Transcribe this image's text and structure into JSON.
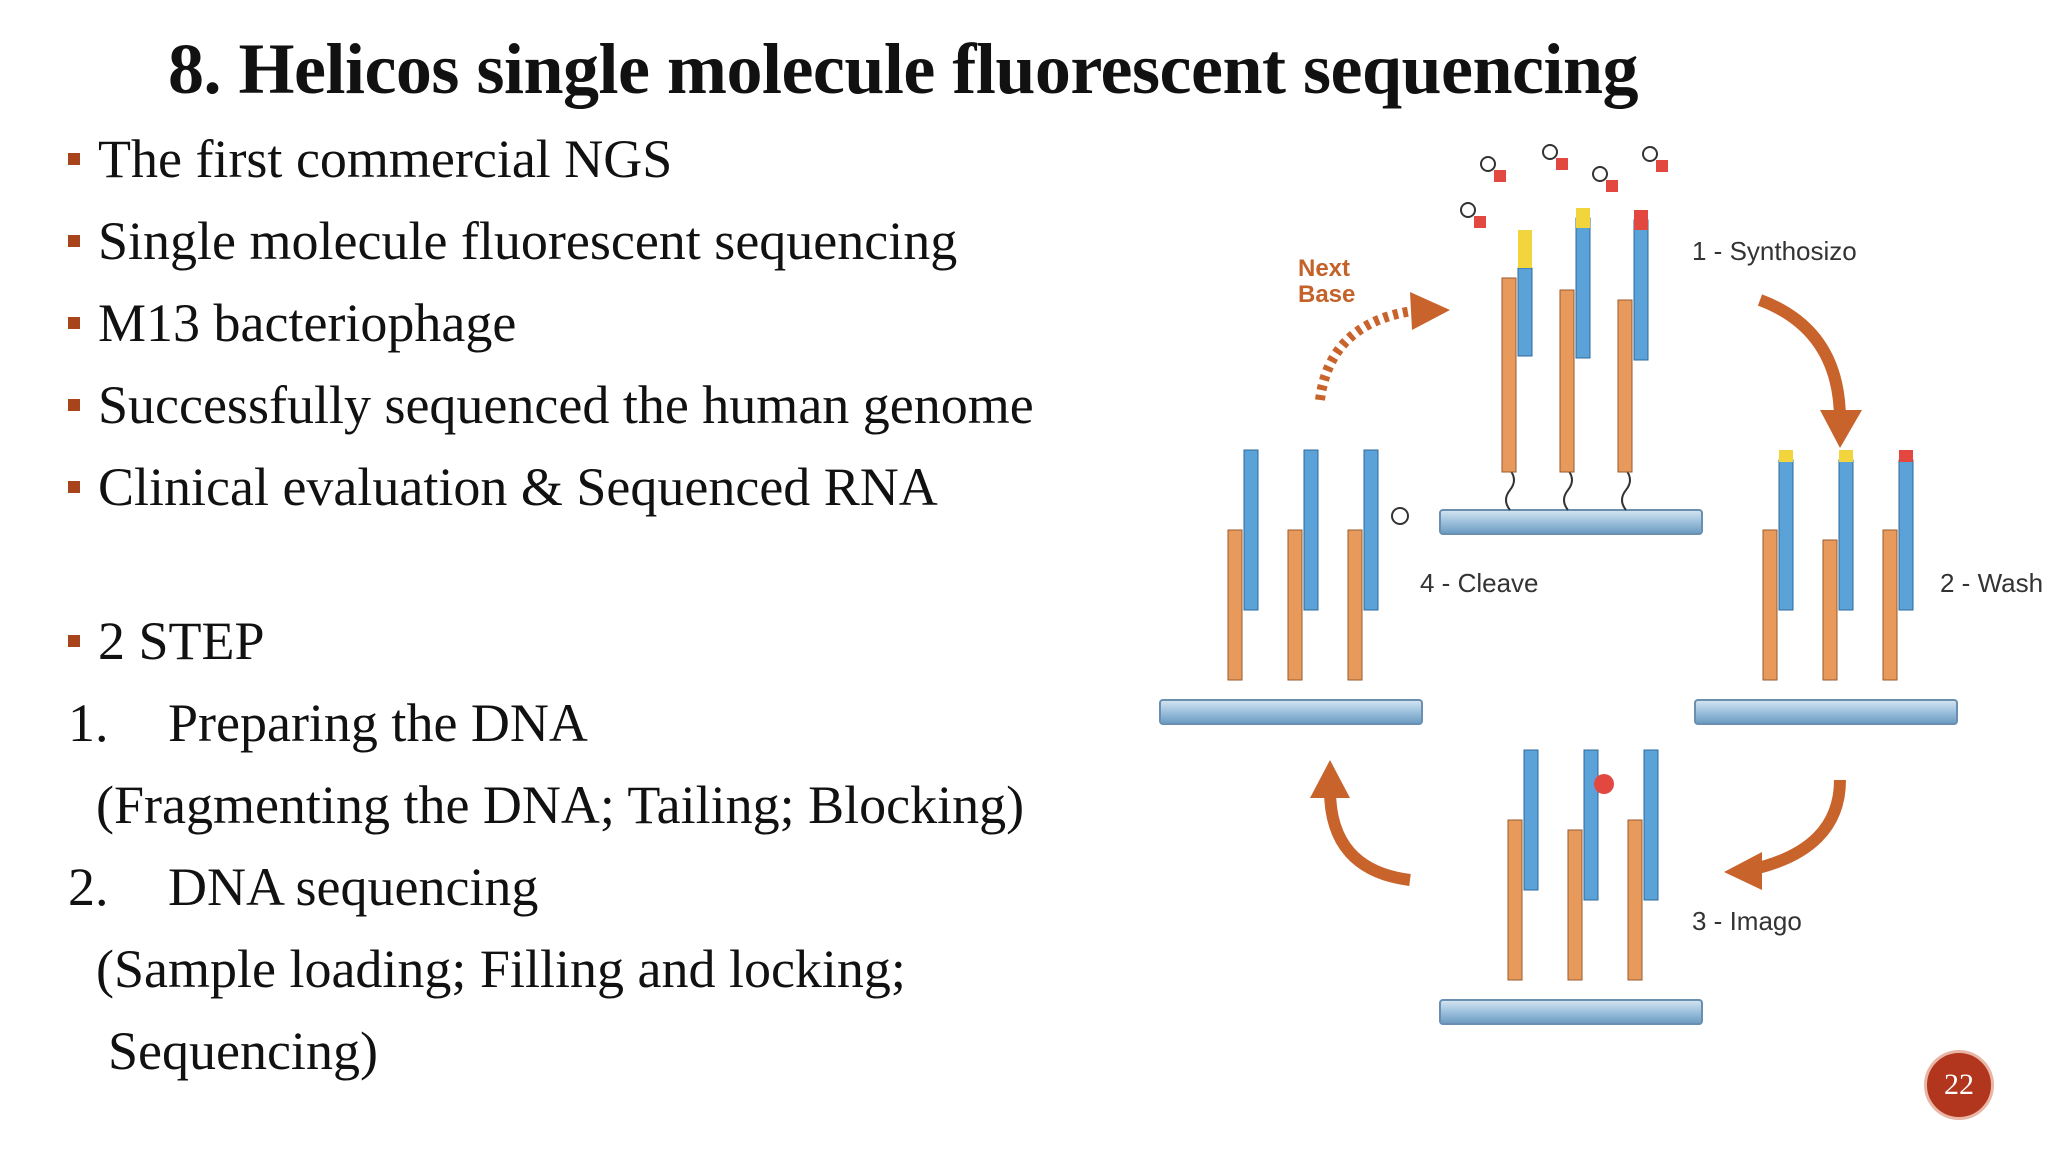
{
  "slide": {
    "title": "8. Helicos single molecule fluorescent sequencing",
    "bullets": [
      "The first commercial NGS",
      "Single molecule fluorescent sequencing",
      "M13 bacteriophage",
      "Successfully sequenced the human genome",
      "Clinical evaluation & Sequenced RNA"
    ],
    "step_bullet": "2 STEP",
    "steps": [
      {
        "number": "1.",
        "label": "Preparing the DNA",
        "detail": "(Fragmenting the DNA; Tailing; Blocking)"
      },
      {
        "number": "2.",
        "label": "DNA sequencing",
        "detail": "(Sample loading; Filling and locking;",
        "detail2": "Sequencing)"
      }
    ],
    "page_number": "22"
  },
  "diagram": {
    "labels": {
      "synthesize": "1 - Synthosizo",
      "wash": "2 - Wash",
      "image": "3 - Imago",
      "cleave": "4 - Cleave",
      "next_base_1": "Next",
      "next_base_2": "Base"
    },
    "colors": {
      "accent": "#a8441b",
      "arrow": "#c9632c",
      "strand_orange": "#e79a5c",
      "strand_blue": "#5ba2d8",
      "base_yellow": "#f2d43c",
      "base_red": "#e2483f",
      "surface": "#a9c8e0"
    }
  }
}
